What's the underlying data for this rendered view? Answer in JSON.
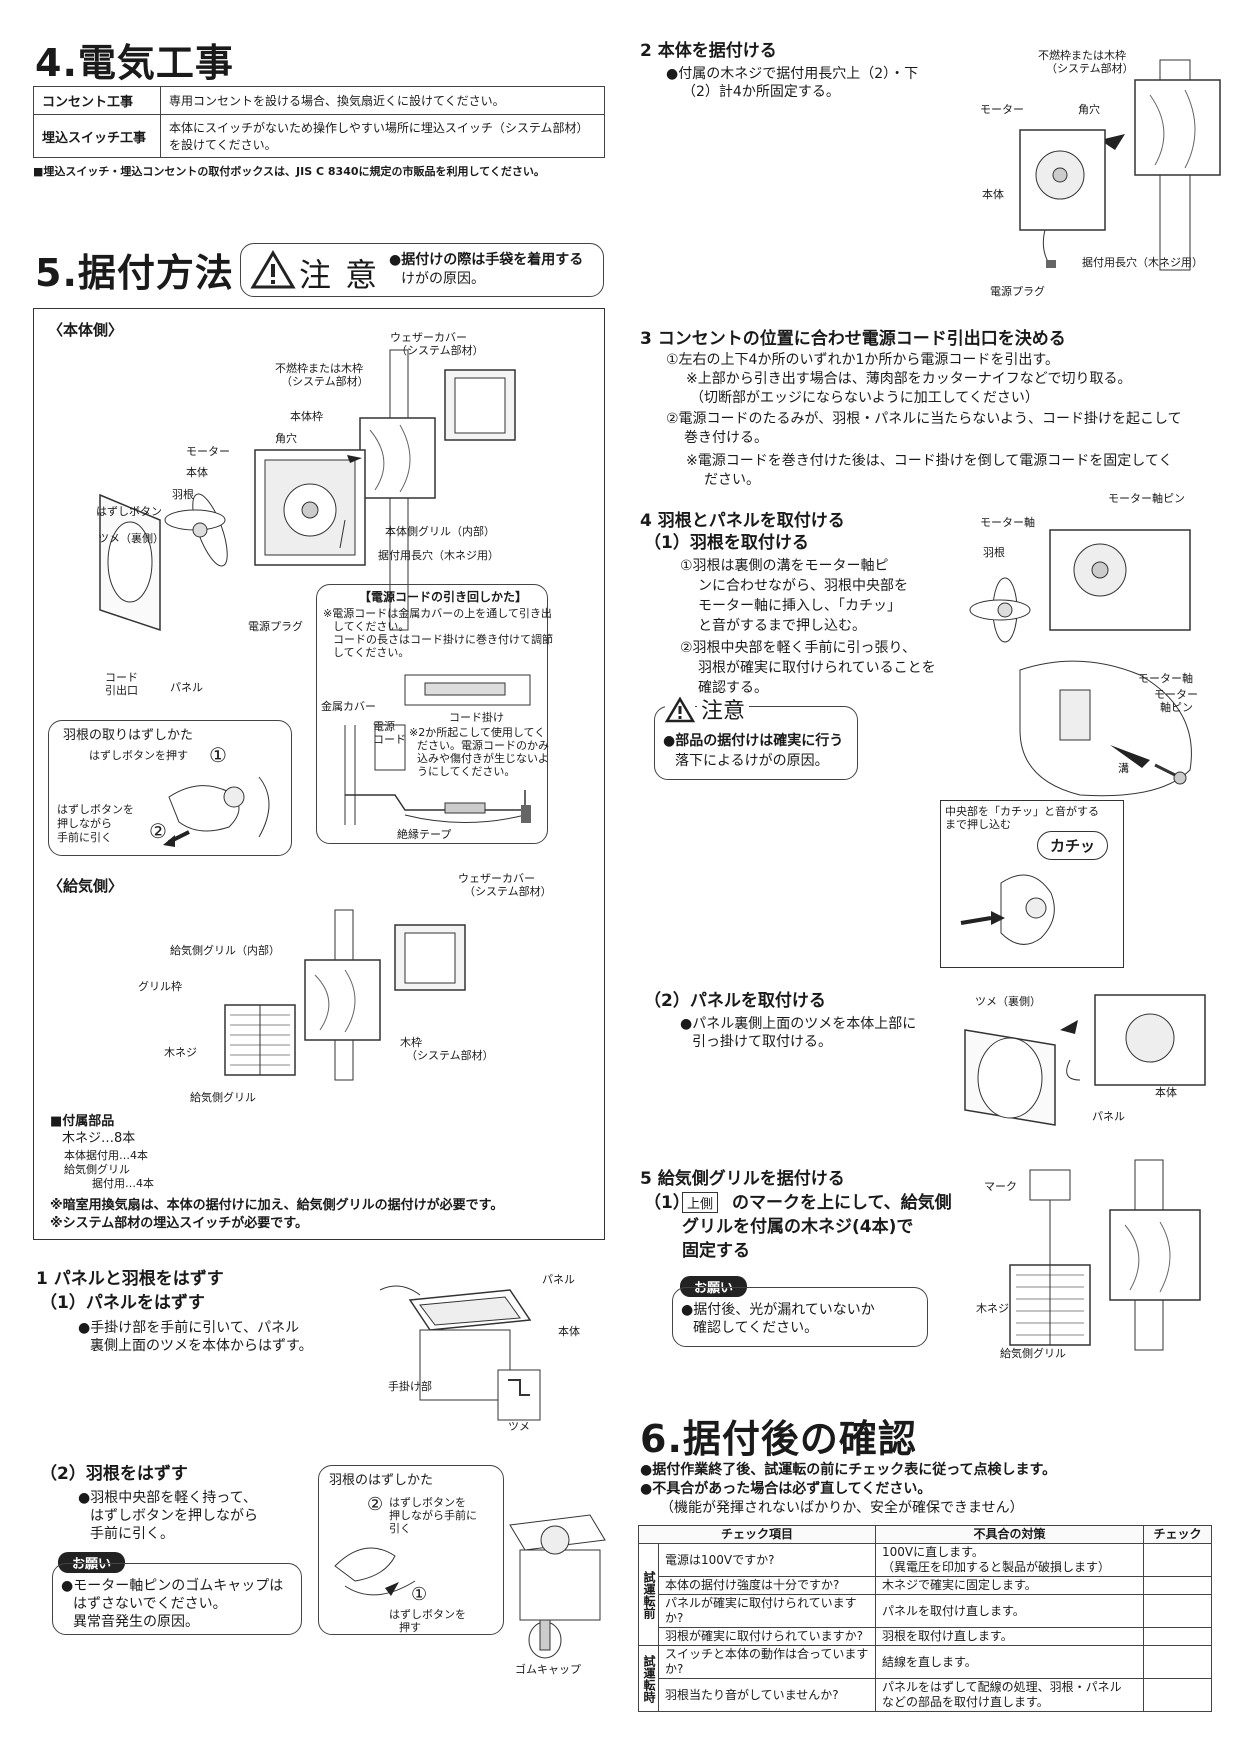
{
  "sec4": {
    "title": "4.電気工事",
    "rows": [
      {
        "head": "コンセント工事",
        "text": "専用コンセントを設ける場合、換気扇近くに設けてください。"
      },
      {
        "head": "埋込スイッチ工事",
        "text": "本体にスイッチがないため操作しやすい場所に埋込スイッチ（システム部材）を設けてください。"
      }
    ],
    "note": "■埋込スイッチ・埋込コンセントの取付ボックスは、JIS C 8340に規定の市販品を利用してください。"
  },
  "sec5": {
    "title": "5.据付方法",
    "caution_word": "注 意",
    "caution_text1": "●据付けの際は手袋を着用する",
    "caution_text2": "けがの原因。",
    "honntai_heading": "〈本体側〉",
    "kyuki_heading": "〈給気側〉",
    "labels_honntai": {
      "weather": "ウェザーカバー",
      "weather_sub": "（システム部材）",
      "funen": "不燃枠または木枠",
      "funen_sub": "（システム部材）",
      "hontaiwaku": "本体枠",
      "motor": "モーター",
      "kakuana": "角穴",
      "hontai": "本体",
      "hane": "羽根",
      "hazushi": "はずしボタン",
      "tsume": "ツメ（裏側）",
      "grill": "本体側グリル（内部）",
      "nagaana": "据付用長穴（木ネジ用）",
      "plug": "電源プラグ",
      "cord": "コード",
      "cord2": "引出口",
      "panel": "パネル"
    },
    "cord_box": {
      "title": "【電源コードの引き回しかた】",
      "l1": "※電源コードは金属カバーの上を通して引き出",
      "l2": "してください。",
      "l3": "コードの長さはコード掛けに巻き付けて調節",
      "l4": "してください。",
      "kinzoku": "金属カバー",
      "dengen": "電源",
      "cord": "コード",
      "kake": "コード掛け",
      "n1": "※2か所起こして使用してく",
      "n2": "ださい。電源コードのかみ",
      "n3": "込みや傷付きが生じないよ",
      "n4": "うにしてください。",
      "tape": "絶縁テープ"
    },
    "hane_box": {
      "title": "羽根の取りはずしかた",
      "push": "はずしボタンを押す",
      "n1": "①",
      "n2": "②",
      "pull1": "はずしボタンを",
      "pull2": "押しながら",
      "pull3": "手前に引く"
    },
    "labels_kyuki": {
      "weather": "ウェザーカバー",
      "weather_sub": "（システム部材）",
      "grill_in": "給気側グリル（内部）",
      "grillwaku": "グリル枠",
      "mokuneji": "木ネジ",
      "mokuwaku": "木枠",
      "mokuwaku_sub": "（システム部材）",
      "grill": "給気側グリル"
    },
    "fuzoku": {
      "title": "■付属部品",
      "l1": "木ネジ…8本",
      "l2": "本体据付用…4本",
      "l3": "給気側グリル",
      "l4": "据付用…4本"
    },
    "notes": [
      "※暗室用換気扇は、本体の据付けに加え、給気側グリルの据付けが必要です。",
      "※システム部材の埋込スイッチが必要です。"
    ]
  },
  "step1": {
    "title": "1 パネルと羽根をはずす",
    "sub1": "（1）パネルをはずす",
    "sub1_l1": "●手掛け部を手前に引いて、パネル",
    "sub1_l2": "裏側上面のツメを本体からはずす。",
    "lbl_panel": "パネル",
    "lbl_hontai": "本体",
    "lbl_tekake": "手掛け部",
    "lbl_tsume": "ツメ",
    "sub2": "（2）羽根をはずす",
    "sub2_l1": "●羽根中央部を軽く持って、",
    "sub2_l2": "はずしボタンを押しながら",
    "sub2_l3": "手前に引く。",
    "onegai": "お願い",
    "onegai_l1": "●モーター軸ピンのゴムキャップは",
    "onegai_l2": "はずさないでください。",
    "onegai_l3": "異常音発生の原因。",
    "box_title": "羽根のはずしかた",
    "box_n2": "②",
    "box_l1": "はずしボタンを",
    "box_l2": "押しながら手前に",
    "box_l3": "引く",
    "box_n1": "①",
    "box_l4": "はずしボタンを",
    "box_l5": "押す",
    "lbl_gomu": "ゴムキャップ"
  },
  "step2": {
    "title": "2 本体を据付ける",
    "l1": "●付属の木ネジで据付用長穴上（2）・下",
    "l2": "（2）計4か所固定する。",
    "lbl_funen": "不燃枠または木枠",
    "lbl_funen_sub": "（システム部材）",
    "lbl_motor": "モーター",
    "lbl_kakuana": "角穴",
    "lbl_hontai": "本体",
    "lbl_nagaana": "据付用長穴（木ネジ用）",
    "lbl_plug": "電源プラグ"
  },
  "step3": {
    "title": "3 コンセントの位置に合わせ電源コード引出口を決める",
    "l1": "①左右の上下4か所のいずれか1か所から電源コードを引出す。",
    "l2": "※上部から引き出す場合は、薄肉部をカッターナイフなどで切り取る。",
    "l3": "（切断部がエッジにならないように加工してください）",
    "l4": "②電源コードのたるみが、羽根・パネルに当たらないよう、コード掛けを起こして",
    "l5": "巻き付ける。",
    "l6": "※電源コードを巻き付けた後は、コード掛けを倒して電源コードを固定してく",
    "l7": "ださい。"
  },
  "step4": {
    "title": "4 羽根とパネルを取付ける",
    "sub1": "（1）羽根を取付ける",
    "a1": "①羽根は裏側の溝をモーター軸ピ",
    "a2": "ンに合わせながら、羽根中央部を",
    "a3": "モーター軸に挿入し、「カチッ」",
    "a4": "と音がするまで押し込む。",
    "b1": "②羽根中央部を軽く手前に引っ張り、",
    "b2": "羽根が確実に取付けられていることを",
    "b3": "確認する。",
    "caution_word": "注意",
    "caution_l1": "●部品の据付けは確実に行う",
    "caution_l2": "落下によるけがの原因。",
    "lbl_pin": "モーター軸ピン",
    "lbl_jiku": "モーター軸",
    "lbl_hane": "羽根",
    "lbl_jiku2": "モーター軸",
    "lbl_pin2a": "モーター",
    "lbl_pin2b": "軸ピン",
    "lbl_mizo": "溝",
    "kachi_l1": "中央部を「カチッ」と音がする",
    "kachi_l2": "まで押し込む",
    "kachi": "カチッ",
    "sub2": "（2）パネルを取付ける",
    "sub2_l1": "●パネル裏側上面のツメを本体上部に",
    "sub2_l2": "引っ掛けて取付ける。",
    "lbl_tsume": "ツメ（裏側）",
    "lbl_panel": "パネル",
    "lbl_hontai": "本体"
  },
  "step5": {
    "title": "5 給気側グリルを据付ける",
    "sub_prefix": "（1）",
    "mark": "上側",
    "sub_l1": "のマークを上にして、給気側",
    "sub_l2": "グリルを付属の木ネジ(4本)で",
    "sub_l3": "固定する",
    "onegai": "お願い",
    "onegai_l1": "●据付後、光が漏れていないか",
    "onegai_l2": "確認してください。",
    "lbl_mark": "マーク",
    "lbl_neji": "木ネジ",
    "lbl_grill": "給気側グリル"
  },
  "sec6": {
    "title": "6.据付後の確認",
    "l1": "●据付作業終了後、試運転の前にチェック表に従って点検します。",
    "l2": "●不具合があった場合は必ず直してください。",
    "l3": "（機能が発揮されないばかりか、安全が確保できません）",
    "headers": [
      "チェック項目",
      "不具合の対策",
      "チェック"
    ],
    "group1": "試運転前",
    "group2": "試運転時",
    "rows": [
      {
        "item": "電源は100Vですか?",
        "fix": "100Vに直します。",
        "fix2": "（異電圧を印加すると製品が破損します）"
      },
      {
        "item": "本体の据付け強度は十分ですか?",
        "fix": "木ネジで確実に固定します。",
        "fix2": ""
      },
      {
        "item": "パネルが確実に取付けられていますか?",
        "fix": "パネルを取付け直します。",
        "fix2": ""
      },
      {
        "item": "羽根が確実に取付けられていますか?",
        "fix": "羽根を取付け直します。",
        "fix2": ""
      },
      {
        "item": "スイッチと本体の動作は合っていますか?",
        "fix": "結線を直します。",
        "fix2": ""
      },
      {
        "item": "羽根当たり音がしていませんか?",
        "fix": "パネルをはずして配線の処理、羽根・パネル",
        "fix2": "などの部品を取付け直します。"
      }
    ]
  }
}
